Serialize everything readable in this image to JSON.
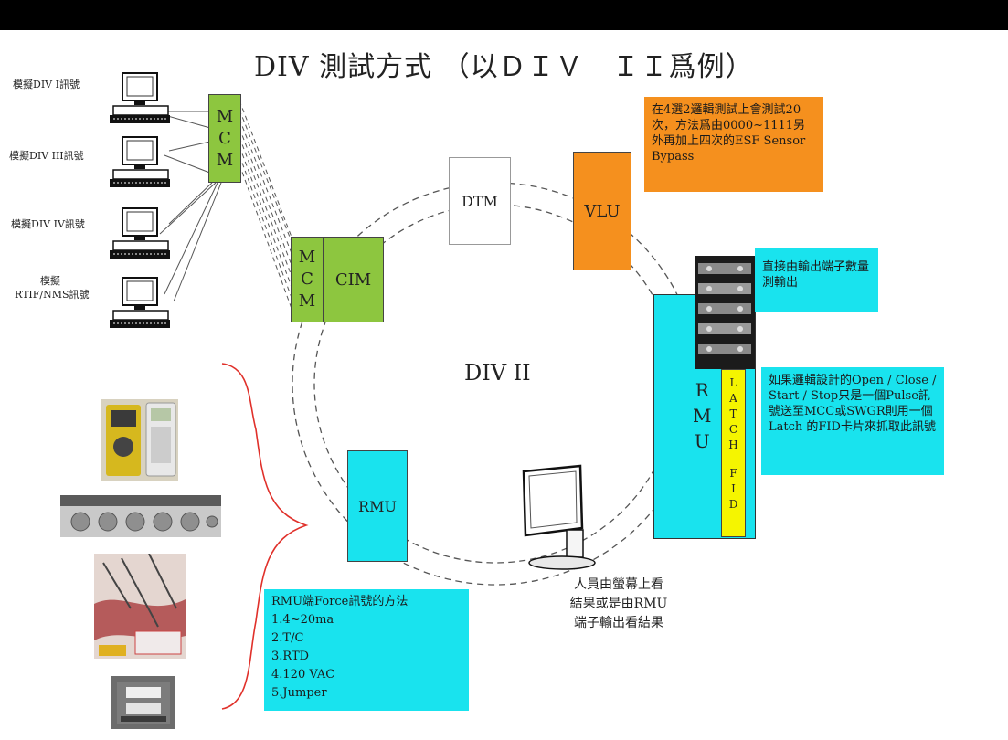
{
  "title": "DIV 測試方式 （以ＤＩＶ　ＩＩ爲例）",
  "pcs": [
    {
      "label": "模擬DIV I訊號"
    },
    {
      "label": "模擬DIV III訊號"
    },
    {
      "label": "模擬DIV IV訊號"
    },
    {
      "label_line1": "模擬",
      "label_line2": "RTIF/NMS訊號"
    }
  ],
  "mcm_left": {
    "letters": [
      "M",
      "C",
      "M"
    ]
  },
  "mcm_cim": {
    "letters": [
      "M",
      "C",
      "M"
    ],
    "cim_label": "CIM"
  },
  "dtm_label": "DTM",
  "vlu_label": "VLU",
  "center_label": "DIV II",
  "rmu_left_label": "RMU",
  "rmu_right": {
    "letters": [
      "R",
      "M",
      "U"
    ]
  },
  "latch_fid": {
    "latch_letters": [
      "L",
      "A",
      "T",
      "C",
      "H"
    ],
    "fid_letters": [
      "F",
      "I",
      "D"
    ]
  },
  "note_vlu": "在4選2邏輯測試上會測試20次，方法爲由0000~1111另外再加上四次的ESF Sensor Bypass",
  "note_terminal": "直接由輸出端子數量測輸出",
  "note_latch": "如果邏輯設計的Open / Close / Start / Stop只是一個Pulse訊號送至MCC或SWGR則用一個Latch 的FID卡片來抓取此訊號",
  "note_force": {
    "heading": "RMU端Force訊號的方法",
    "items": [
      "1.4~20ma",
      "2.T/C",
      "3.RTD",
      "4.120 VAC",
      "5.Jumper"
    ]
  },
  "monitor_caption": [
    "人員由螢幕上看",
    "結果或是由RMU",
    "端子輸出看結果"
  ],
  "colors": {
    "green": "#8dc63f",
    "cyan": "#19e3ee",
    "orange": "#f5901e",
    "yellow": "#f5f500",
    "brace": "#e0302a"
  },
  "icons": [
    "computer-icon",
    "monitor-icon",
    "terminal-block-photo",
    "multimeter-photo",
    "panel-photo",
    "wiring-photo",
    "switch-photo"
  ]
}
